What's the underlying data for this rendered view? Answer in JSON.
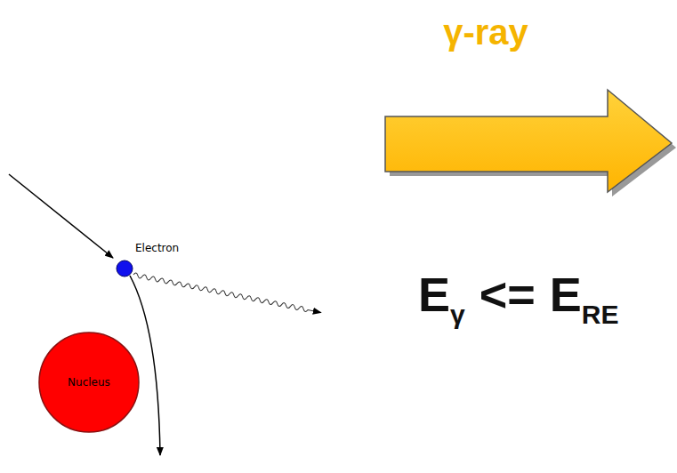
{
  "diagram": {
    "nodes": [
      {
        "text": [
          "Nucleus"
        ]
      },
      {
        "text": [
          "Electron"
        ]
      }
    ],
    "labels": [
      "γ-ray",
      "E",
      "γ",
      "<=",
      "E",
      "RE"
    ]
  }
}
